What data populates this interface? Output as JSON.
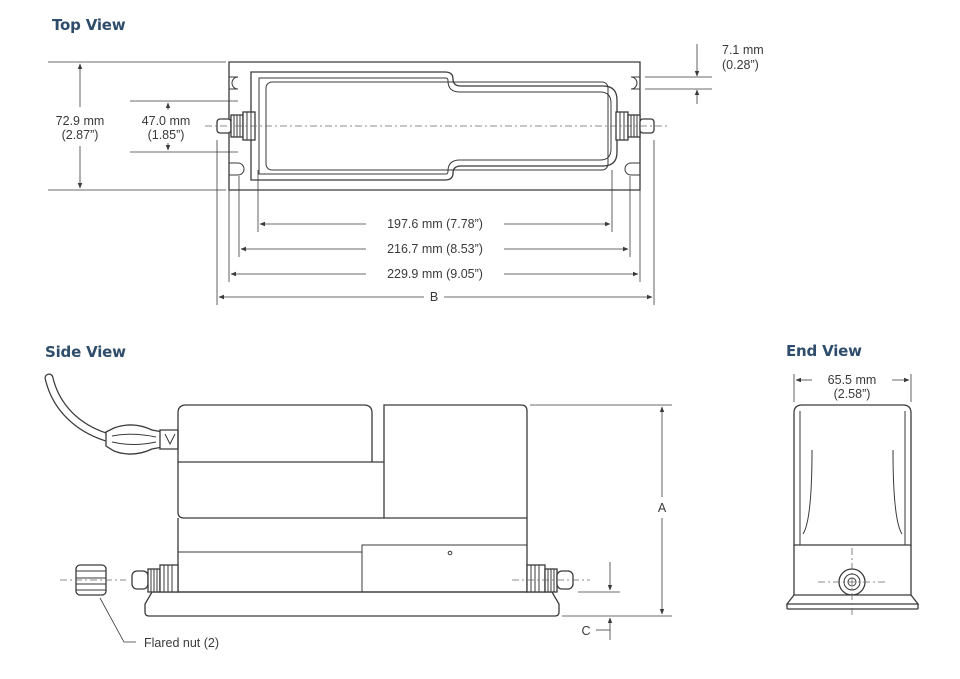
{
  "views": {
    "top": "Top View",
    "side": "Side View",
    "end": "End View"
  },
  "dimensions": {
    "width_outer_mm": "72.9 mm",
    "width_outer_in": "(2.87”)",
    "width_inner_mm": "47.0 mm",
    "width_inner_in": "(1.85”)",
    "slot_mm": "7.1 mm",
    "slot_in": "(0.28”)",
    "len_197": "197.6 mm (7.78”)",
    "len_216": "216.7 mm (8.53”)",
    "len_229": "229.9 mm (9.05”)",
    "len_b": "B",
    "height_a": "A",
    "base_c": "C",
    "end_width_mm": "65.5 mm",
    "end_width_in": "(2.58”)"
  },
  "callouts": {
    "flared_nut": "Flared nut (2)"
  }
}
